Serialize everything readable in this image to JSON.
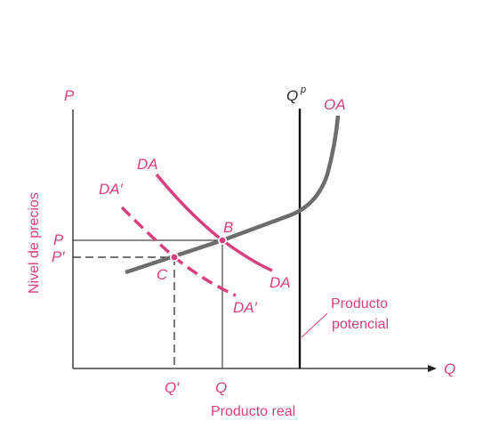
{
  "labels": {
    "y_axis_letter": "P",
    "x_axis_letter": "Q",
    "y_axis_title": "Nivel de precios",
    "x_axis_title": "Producto real",
    "potential_output_line": "Q",
    "potential_output_sup": "p",
    "supply_curve": "OA",
    "demand_curve": "DA",
    "demand_curve_end": "DA",
    "demand_curve_shifted": "DA′",
    "demand_curve_shifted_end": "DA′",
    "point_b": "B",
    "point_c": "C",
    "price_p": "P",
    "price_p_prime": "P′",
    "quantity_q": "Q",
    "quantity_q_prime": "Q′",
    "potential_output_line1": "Producto",
    "potential_output_line2": "potencial"
  },
  "colors": {
    "curve_pink": "#d6407f",
    "supply_gray": "#6d6d6d",
    "axis_dark": "#222222"
  }
}
